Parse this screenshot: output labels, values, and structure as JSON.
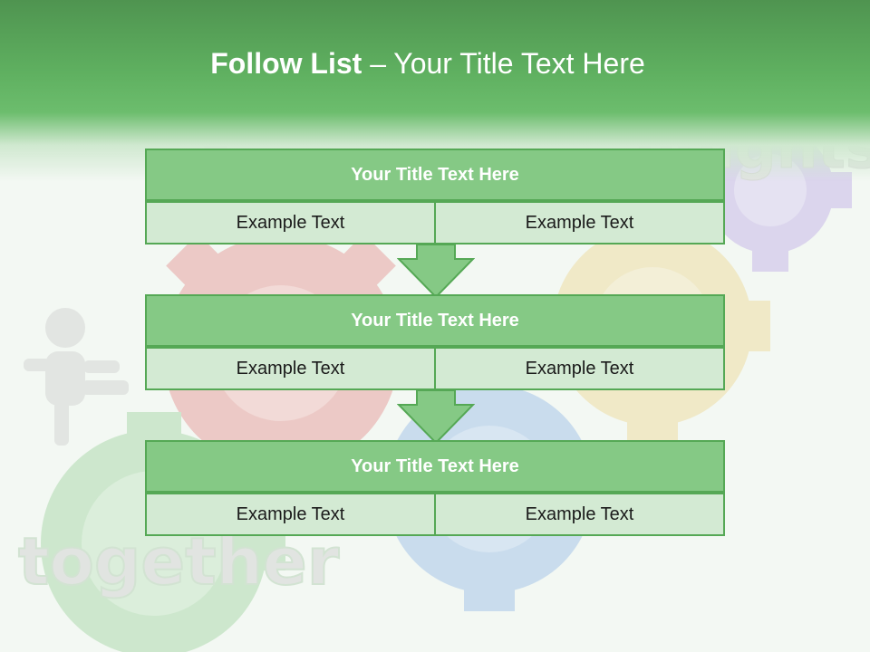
{
  "slide": {
    "title_bold": "Follow List",
    "title_rest": "– Your Title Text Here"
  },
  "background": {
    "word_top": "heights",
    "word_bottom": "together"
  },
  "blocks": [
    {
      "title": "Your Title Text Here",
      "left": "Example Text",
      "right": "Example Text"
    },
    {
      "title": "Your Title Text Here",
      "left": "Example Text",
      "right": "Example Text"
    },
    {
      "title": "Your Title Text Here",
      "left": "Example Text",
      "right": "Example Text"
    }
  ],
  "colors": {
    "header_green": "#5fb060",
    "title_box": "#85c985",
    "cell_fill": "#d3ead3",
    "border": "#55a855"
  }
}
